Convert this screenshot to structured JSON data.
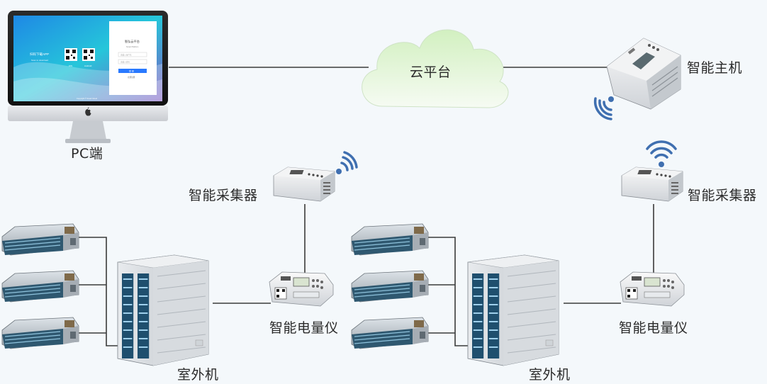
{
  "nodes": {
    "pc": {
      "label": "PC端",
      "screen": {
        "download_label": "扫码下载APP",
        "download_sub": "Scan to download",
        "qr_caption_1": "iOS",
        "qr_caption_2": "Android",
        "login_title": "智弘云平台",
        "login_subtitle": "Smart Platform",
        "username_placeholder": "请输入用户名",
        "password_placeholder": "请输入密码",
        "login_button": "登 录",
        "register_link": "立即注册",
        "footer": "Copyright © Smart Cloud"
      }
    },
    "cloud": {
      "label": "云平台"
    },
    "host": {
      "label": "智能主机"
    },
    "collector_left": {
      "label": "智能采集器"
    },
    "collector_right": {
      "label": "智能采集器"
    },
    "meter_left": {
      "label": "智能电量仪"
    },
    "meter_right": {
      "label": "智能电量仪"
    },
    "outdoor_left": {
      "label": "室外机"
    },
    "outdoor_right": {
      "label": "室外机"
    }
  },
  "colors": {
    "line": "#3a3a3a",
    "wifi": "#3f6fb0",
    "cloud_fill": "#dcefd2"
  },
  "icons": {
    "apple_logo": "apple-icon",
    "wifi": "wifi-icon"
  }
}
